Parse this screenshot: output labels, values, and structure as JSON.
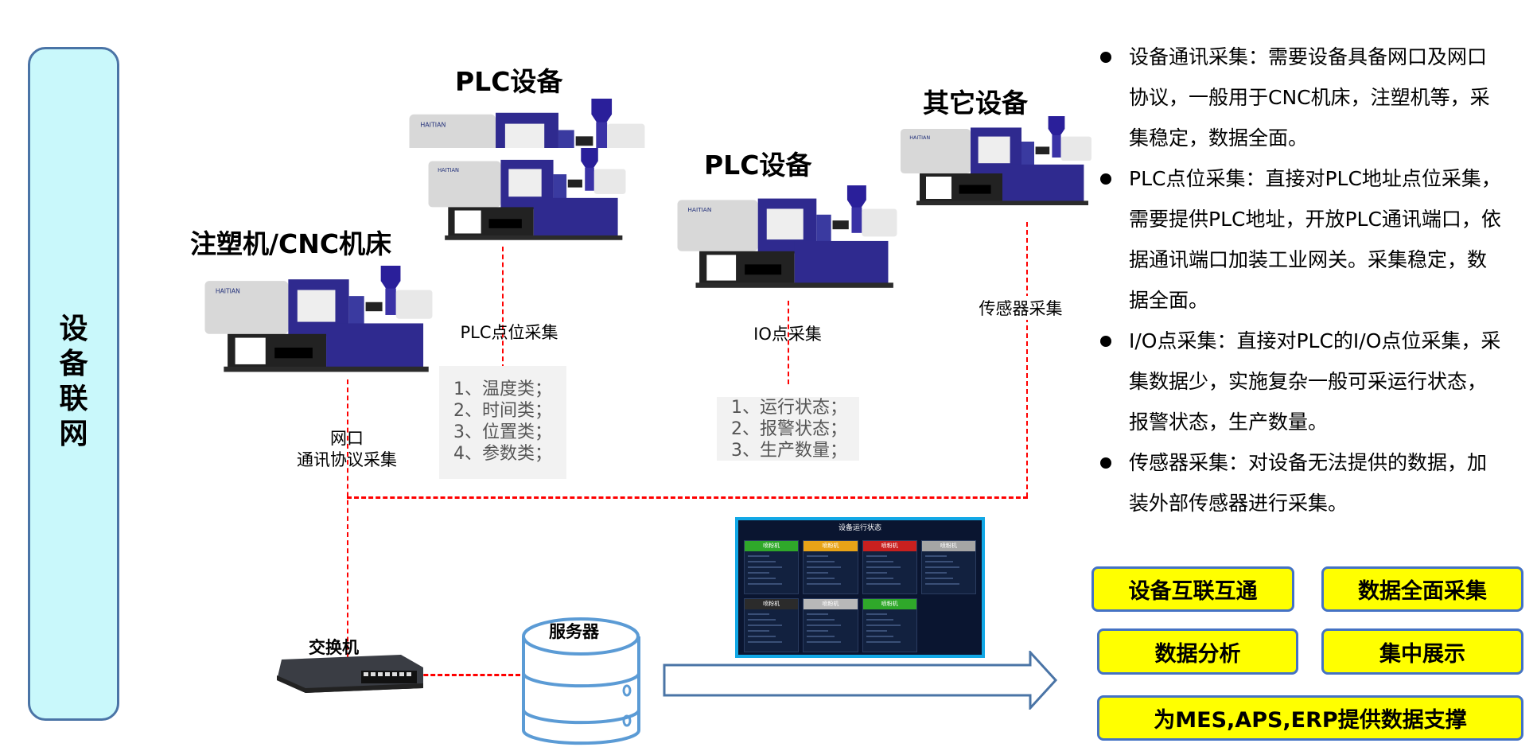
{
  "sidebar": {
    "label": "设备联网"
  },
  "devices": {
    "plc1_title": "PLC设备",
    "cnc_title": "注塑机/CNC机床",
    "plc2_title": "PLC设备",
    "other_title": "其它设备"
  },
  "channels": {
    "plc_points": "PLC点位采集",
    "io_points": "IO点采集",
    "sensor": "传感器采集",
    "network_line1": "网口",
    "network_line2": "通讯协议采集"
  },
  "plc_list": [
    "1、温度类；",
    "2、时间类；",
    "3、位置类；",
    "4、参数类；"
  ],
  "io_list": [
    "1、运行状态；",
    "2、报警状态；",
    "3、生产数量；"
  ],
  "network": {
    "switch_label": "交换机",
    "server_label": "服务器"
  },
  "dashboard": {
    "title": "设备运行状态",
    "cards": [
      {
        "label": "喷粉机",
        "color": "#2fa82a"
      },
      {
        "label": "喷粉机",
        "color": "#e8a317"
      },
      {
        "label": "喷粉机",
        "color": "#c8201f"
      },
      {
        "label": "喷粉机",
        "color": "#a5a5a5"
      },
      {
        "label": "喷粉机",
        "color": "#2b2b2b"
      },
      {
        "label": "喷粉机",
        "color": "#b8b8b8"
      },
      {
        "label": "喷粉机",
        "color": "#2fa82a"
      }
    ]
  },
  "bullets": [
    "设备通讯采集：需要设备具备网口及网口协议，一般用于CNC机床，注塑机等，采集稳定，数据全面。",
    "PLC点位采集：直接对PLC地址点位采集，需要提供PLC地址，开放PLC通讯端口，依据通讯端口加装工业网关。采集稳定，数据全面。",
    "I/O点采集：直接对PLC的I/O点位采集，采集数据少，实施复杂一般可采运行状态，报警状态，生产数量。",
    "传感器采集：对设备无法提供的数据，加装外部传感器进行采集。"
  ],
  "benefits": [
    "设备互联互通",
    "数据全面采集",
    "数据分析",
    "集中展示",
    "为MES,APS,ERP提供数据支撑"
  ],
  "colors": {
    "accent_yellow": "#ffff00",
    "border_blue": "#4472c4",
    "dash_red": "#ff0000",
    "sidebar_bg": "#c9f8fb"
  }
}
